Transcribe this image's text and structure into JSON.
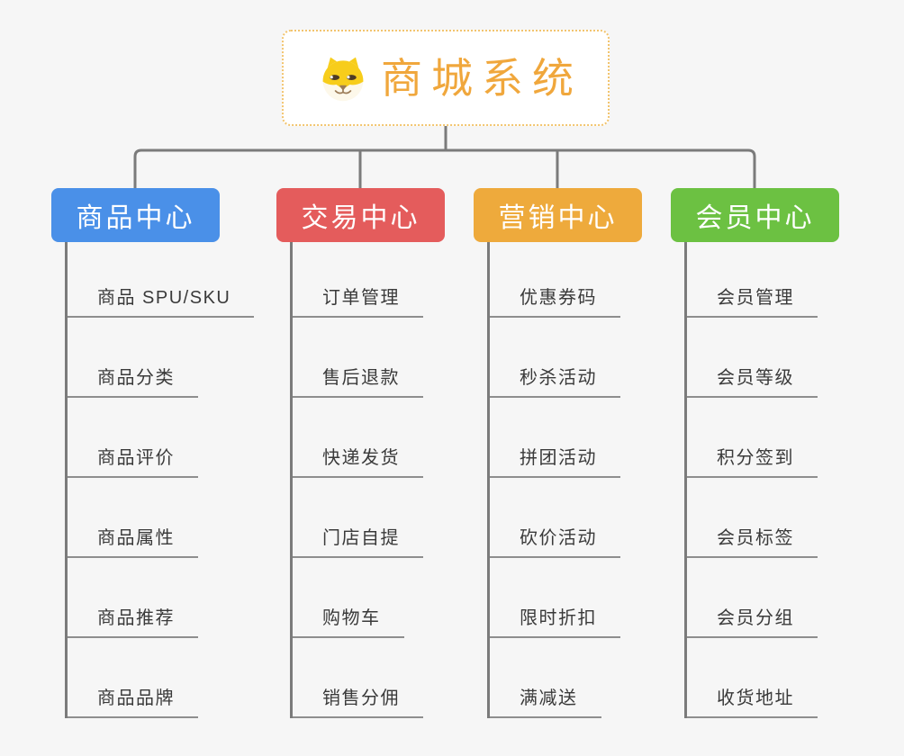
{
  "root": {
    "title": "商城系统",
    "icon": "dog-icon",
    "title_color": "#f0a73c",
    "border_color": "#f2c46e"
  },
  "connector_color": "#7b7b7b",
  "branches": [
    {
      "label": "商品中心",
      "color": "#4a90e8",
      "children": [
        "商品 SPU/SKU",
        "商品分类",
        "商品评价",
        "商品属性",
        "商品推荐",
        "商品品牌"
      ]
    },
    {
      "label": "交易中心",
      "color": "#e45c5c",
      "children": [
        "订单管理",
        "售后退款",
        "快递发货",
        "门店自提",
        "购物车",
        "销售分佣"
      ]
    },
    {
      "label": "营销中心",
      "color": "#eeaa3c",
      "children": [
        "优惠券码",
        "秒杀活动",
        "拼团活动",
        "砍价活动",
        "限时折扣",
        "满减送"
      ]
    },
    {
      "label": "会员中心",
      "color": "#6cc142",
      "children": [
        "会员管理",
        "会员等级",
        "积分签到",
        "会员标签",
        "会员分组",
        "收货地址"
      ]
    }
  ]
}
